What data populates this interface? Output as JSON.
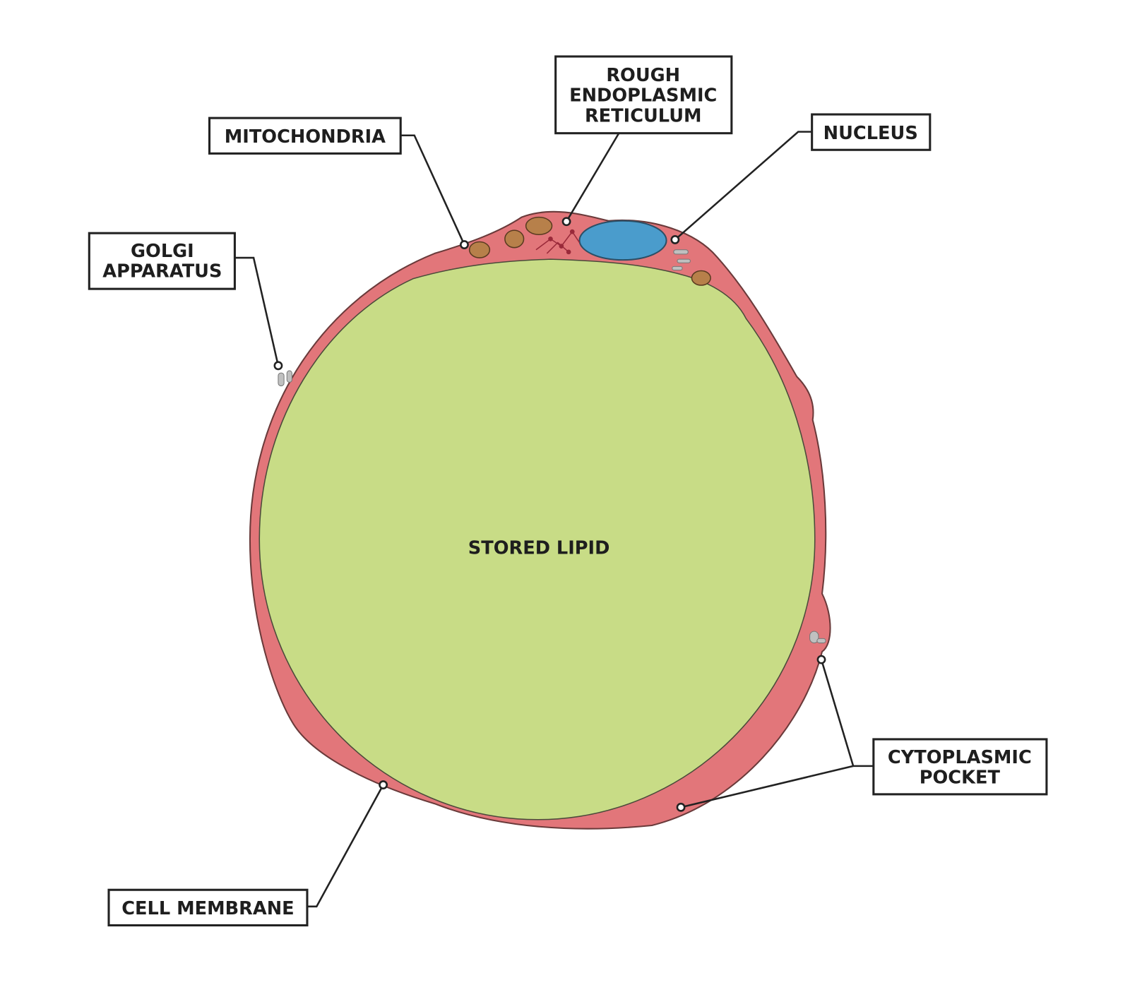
{
  "labels": {
    "mitochondria": "MITOCHONDRIA",
    "rer": [
      "ROUGH",
      "ENDOPLASMIC",
      "RETICULUM"
    ],
    "nucleus": "NUCLEUS",
    "golgi": [
      "GOLGI",
      "APPARATUS"
    ],
    "stored_lipid": "STORED LIPID",
    "cytoplasmic_pocket": [
      "CYTOPLASMIC",
      "POCKET"
    ],
    "cell_membrane": "CELL MEMBRANE"
  },
  "colors": {
    "cytoplasm": "#e2767a",
    "lipid": "#c8dc86",
    "nucleus": "#4a9ccc",
    "mitochondria": "#b7804a",
    "golgi": "#c0c0c0"
  }
}
